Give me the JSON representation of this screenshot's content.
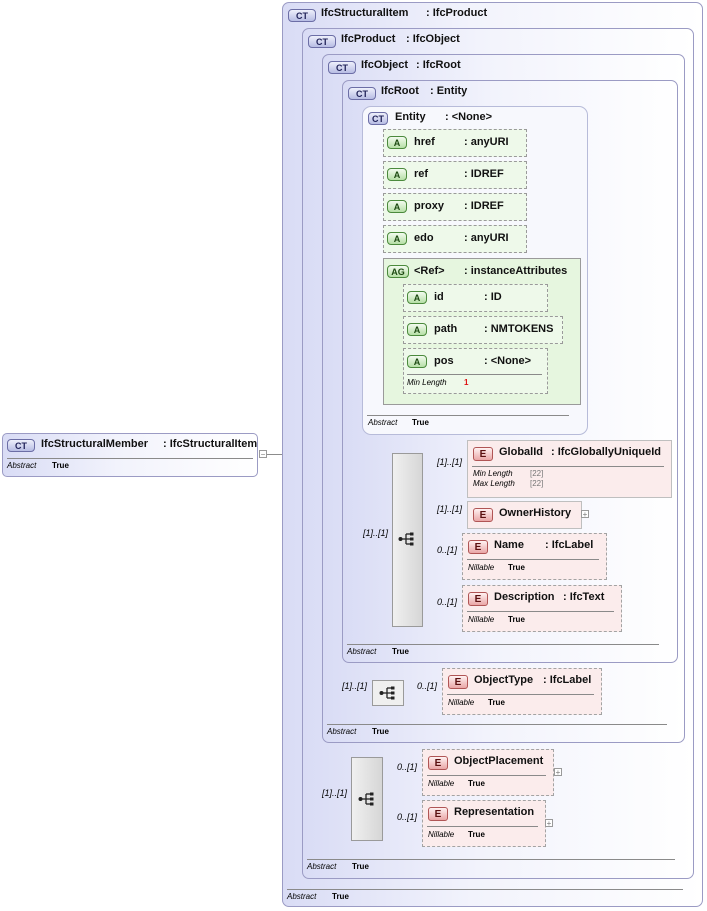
{
  "root": {
    "badge": "CT",
    "name": "IfcStructuralMember",
    "type": ": IfcStructuralItem",
    "abstract_label": "Abstract",
    "abstract_value": "True",
    "expand_symbol": "−"
  },
  "levels": [
    {
      "badge": "CT",
      "name": "IfcStructuralItem",
      "type": ": IfcProduct",
      "abstract_label": "Abstract",
      "abstract_value": "True"
    },
    {
      "badge": "CT",
      "name": "IfcProduct",
      "type": ": IfcObject",
      "abstract_label": "Abstract",
      "abstract_value": "True"
    },
    {
      "badge": "CT",
      "name": "IfcObject",
      "type": ": IfcRoot",
      "abstract_label": "Abstract",
      "abstract_value": "True"
    },
    {
      "badge": "CT",
      "name": "IfcRoot",
      "type": ": Entity",
      "abstract_label": "Abstract",
      "abstract_value": "True"
    },
    {
      "badge": "CT",
      "name": "Entity",
      "type": ": <None>",
      "abstract_label": "Abstract",
      "abstract_value": "True"
    }
  ],
  "entity_attributes": [
    {
      "badge": "A",
      "name": "href",
      "type": ": anyURI"
    },
    {
      "badge": "A",
      "name": "ref",
      "type": ": IDREF"
    },
    {
      "badge": "A",
      "name": "proxy",
      "type": ": IDREF"
    },
    {
      "badge": "A",
      "name": "edo",
      "type": ": anyURI"
    }
  ],
  "attribute_group": {
    "badge": "AG",
    "name": "<Ref>",
    "type": ": instanceAttributes",
    "attributes": [
      {
        "badge": "A",
        "name": "id",
        "type": ": ID"
      },
      {
        "badge": "A",
        "name": "path",
        "type": ": NMTOKENS"
      },
      {
        "badge": "A",
        "name": "pos",
        "type": ": <None>",
        "facet_label": "Min Length",
        "facet_value": "1"
      }
    ]
  },
  "ifcroot_sequence": {
    "cardinality": "[1]..[1]",
    "elements": [
      {
        "badge": "E",
        "name": "GlobalId",
        "type": ": IfcGloballyUniqueId",
        "cardinality": "[1]..[1]",
        "facets": [
          {
            "label": "Min Length",
            "value": "[22]"
          },
          {
            "label": "Max Length",
            "value": "[22]"
          }
        ]
      },
      {
        "badge": "E",
        "name": "OwnerHistory",
        "type": "",
        "cardinality": "[1]..[1]",
        "expand_symbol": "+"
      },
      {
        "badge": "E",
        "name": "Name",
        "type": ": IfcLabel",
        "cardinality": "0..[1]",
        "facet_label": "Nillable",
        "facet_value": "True"
      },
      {
        "badge": "E",
        "name": "Description",
        "type": ": IfcText",
        "cardinality": "0..[1]",
        "facet_label": "Nillable",
        "facet_value": "True"
      }
    ]
  },
  "ifcobject_sequence": {
    "cardinality": "[1]..[1]",
    "elements": [
      {
        "badge": "E",
        "name": "ObjectType",
        "type": ": IfcLabel",
        "cardinality": "0..[1]",
        "facet_label": "Nillable",
        "facet_value": "True"
      }
    ]
  },
  "ifcproduct_sequence": {
    "cardinality": "[1]..[1]",
    "elements": [
      {
        "badge": "E",
        "name": "ObjectPlacement",
        "type": "",
        "cardinality": "0..[1]",
        "facet_label": "Nillable",
        "facet_value": "True",
        "expand_symbol": "+"
      },
      {
        "badge": "E",
        "name": "Representation",
        "type": "",
        "cardinality": "0..[1]",
        "facet_label": "Nillable",
        "facet_value": "True",
        "expand_symbol": "+"
      }
    ]
  },
  "colors": {
    "complex_type_box": "#d9dcf5",
    "attribute_fill": "#eef9ea",
    "element_fill": "#fbecec",
    "connector": "#8c8c8c"
  }
}
